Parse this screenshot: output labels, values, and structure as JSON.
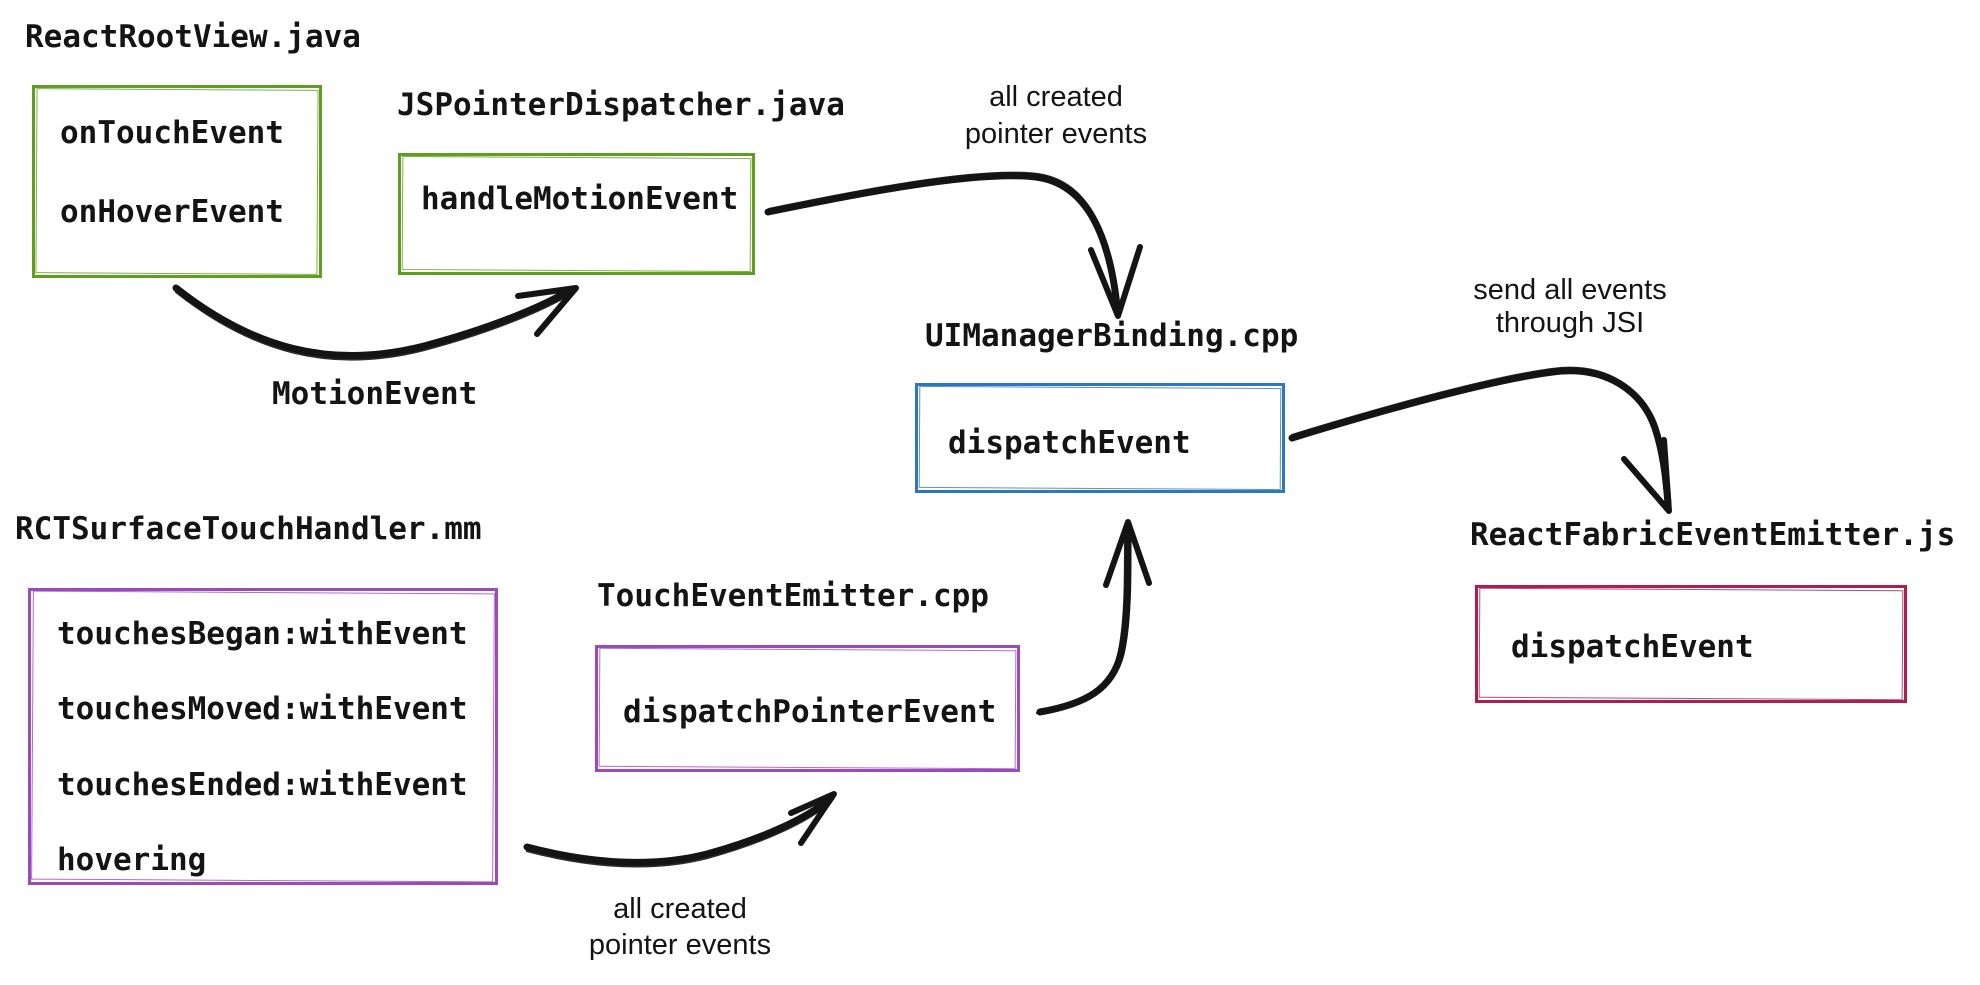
{
  "diagram": {
    "colors": {
      "green": "#5f9e1e",
      "purple": "#9b4abc",
      "blue": "#2e77bd",
      "crimson": "#ad1f50",
      "ink": "#141414"
    },
    "nodes": [
      {
        "id": "react-root-view",
        "file": "ReactRootView.java",
        "color": "#5f9e1e",
        "methods": [
          "onTouchEvent",
          "onHoverEvent"
        ]
      },
      {
        "id": "js-pointer-dispatcher",
        "file": "JSPointerDispatcher.java",
        "color": "#5f9e1e",
        "methods": [
          "handleMotionEvent"
        ]
      },
      {
        "id": "ui-manager-binding",
        "file": "UIManagerBinding.cpp",
        "color": "#2e77bd",
        "methods": [
          "dispatchEvent"
        ]
      },
      {
        "id": "rct-surface-touch-handler",
        "file": "RCTSurfaceTouchHandler.mm",
        "color": "#9b4abc",
        "methods": [
          "touchesBegan:withEvent",
          "touchesMoved:withEvent",
          "touchesEnded:withEvent",
          "hovering"
        ]
      },
      {
        "id": "touch-event-emitter",
        "file": "TouchEventEmitter.cpp",
        "color": "#9b4abc",
        "methods": [
          "dispatchPointerEvent"
        ]
      },
      {
        "id": "react-fabric-event-emitter",
        "file": "ReactFabricEventEmitter.js",
        "color": "#ad1f50",
        "methods": [
          "dispatchEvent"
        ]
      }
    ],
    "edges": [
      {
        "from": "react-root-view",
        "to": "js-pointer-dispatcher",
        "label_lines": [
          "MotionEvent"
        ]
      },
      {
        "from": "js-pointer-dispatcher",
        "to": "ui-manager-binding",
        "label_lines": [
          "all created",
          "pointer events"
        ]
      },
      {
        "from": "rct-surface-touch-handler",
        "to": "touch-event-emitter",
        "label_lines": [
          "all created",
          "pointer events"
        ]
      },
      {
        "from": "touch-event-emitter",
        "to": "ui-manager-binding",
        "label_lines": []
      },
      {
        "from": "ui-manager-binding",
        "to": "react-fabric-event-emitter",
        "label_lines": [
          "send all events",
          "through JSI"
        ]
      }
    ]
  }
}
